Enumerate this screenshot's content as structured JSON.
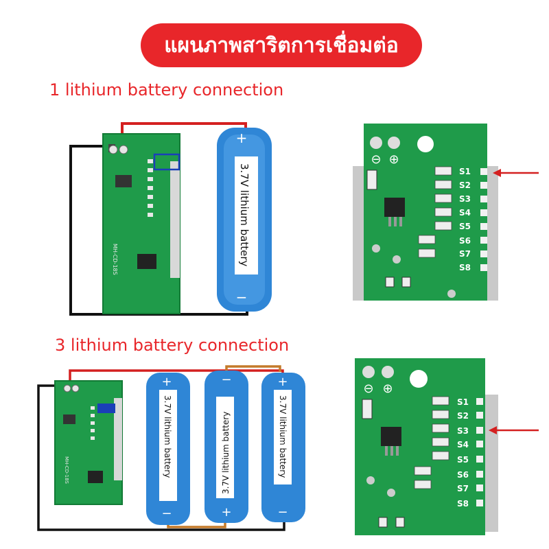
{
  "title": "แผนภาพสาริตการเชื่อมต่อ",
  "section1": {
    "label": "1 lithium battery connection",
    "battery_text": "3.7V lithium battery"
  },
  "section2": {
    "label": "3 lithium battery connection",
    "battery_texts": [
      "3.7V lithium battery",
      "3.7V lithium battery",
      "3.7V lithium battery"
    ]
  },
  "battery": {
    "plus": "+",
    "minus": "−"
  },
  "board": {
    "model": "MH-CD-18S",
    "pins": [
      "S1",
      "S2",
      "S3",
      "S4",
      "S5",
      "S6",
      "S7",
      "S8"
    ],
    "minus_symbol": "⊖",
    "plus_symbol": "⊕"
  },
  "colors": {
    "title_bg": "#e8262a",
    "pcb": "#1f9b4a",
    "battery": "#2f86d6",
    "wire_red": "#d42020",
    "wire_black": "#111111",
    "highlight": "#1a3fb8"
  }
}
